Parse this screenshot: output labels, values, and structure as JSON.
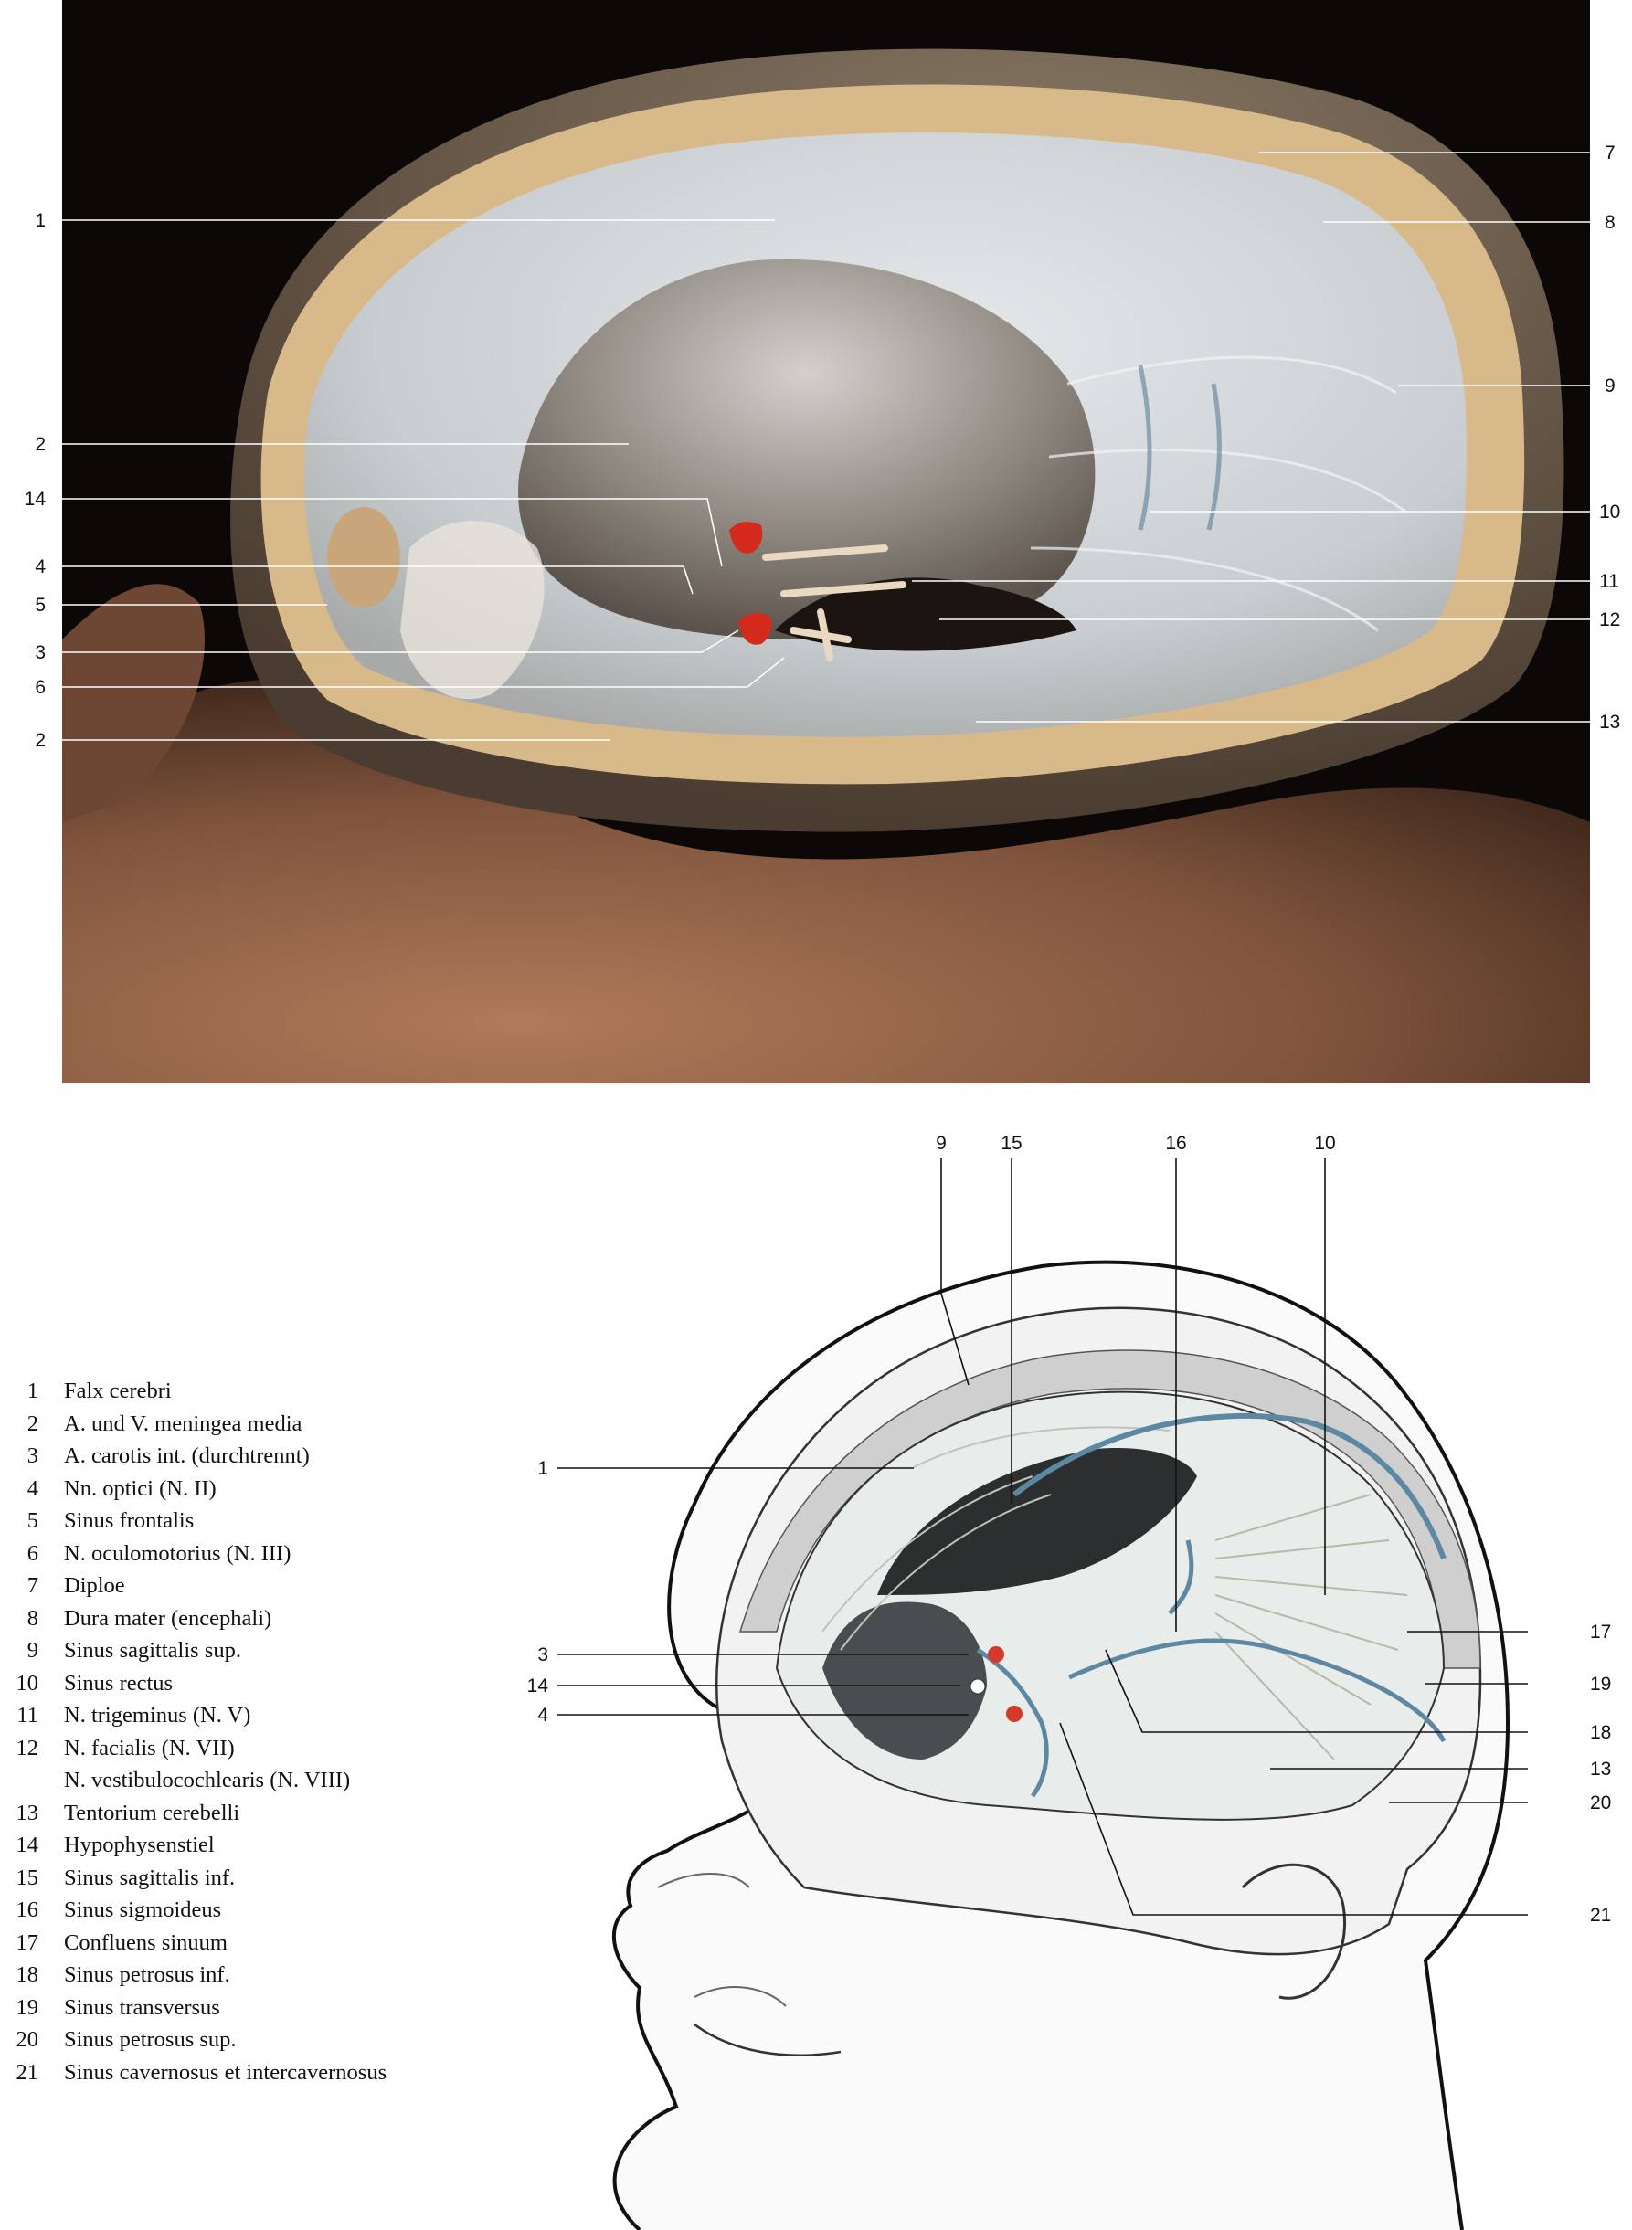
{
  "photo": {
    "labels_left": [
      "1",
      "2",
      "14",
      "4",
      "5",
      "3",
      "6",
      "2"
    ],
    "labels_right": [
      "7",
      "8",
      "9",
      "10",
      "11",
      "12",
      "13"
    ]
  },
  "drawing": {
    "labels_top": [
      "9",
      "15",
      "16",
      "10"
    ],
    "labels_left": [
      "1",
      "3",
      "14",
      "4"
    ],
    "labels_right": [
      "17",
      "19",
      "18",
      "13",
      "20",
      "21"
    ]
  },
  "legend": [
    {
      "num": "1",
      "term": "Falx cerebri"
    },
    {
      "num": "2",
      "term": "A. und V. meningea media"
    },
    {
      "num": "3",
      "term": "A. carotis int. (durchtrennt)"
    },
    {
      "num": "4",
      "term": "Nn. optici (N. II)"
    },
    {
      "num": "5",
      "term": "Sinus frontalis"
    },
    {
      "num": "6",
      "term": "N. oculomotorius (N. III)"
    },
    {
      "num": "7",
      "term": "Diploe"
    },
    {
      "num": "8",
      "term": "Dura mater (encephali)"
    },
    {
      "num": "9",
      "term": "Sinus sagittalis sup."
    },
    {
      "num": "10",
      "term": "Sinus rectus"
    },
    {
      "num": "11",
      "term": "N. trigeminus (N. V)"
    },
    {
      "num": "12",
      "term": "N. facialis (N. VII)"
    },
    {
      "num": "",
      "term": "N. vestibulocochlearis (N. VIII)"
    },
    {
      "num": "13",
      "term": "Tentorium cerebelli"
    },
    {
      "num": "14",
      "term": "Hypophysenstiel"
    },
    {
      "num": "15",
      "term": "Sinus sagittalis inf."
    },
    {
      "num": "16",
      "term": "Sinus sigmoideus"
    },
    {
      "num": "17",
      "term": "Confluens sinuum"
    },
    {
      "num": "18",
      "term": "Sinus petrosus inf."
    },
    {
      "num": "19",
      "term": "Sinus transversus"
    },
    {
      "num": "20",
      "term": "Sinus petrosus sup."
    },
    {
      "num": "21",
      "term": "Sinus cavernosus et intercavernosus"
    }
  ]
}
